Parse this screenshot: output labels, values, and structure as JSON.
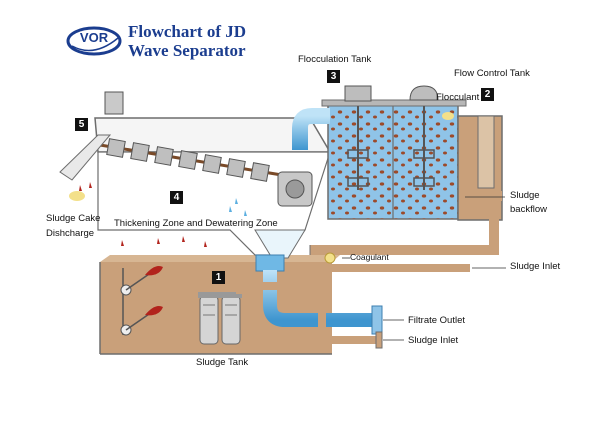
{
  "title": {
    "line1": "Flowchart of  JD",
    "line2": "Wave Separator"
  },
  "logo": {
    "text": "VOR"
  },
  "badges": {
    "b1": "1",
    "b2": "2",
    "b3": "3",
    "b4": "4",
    "b5": "5"
  },
  "labels": {
    "flocculation_tank": "Flocculation Tank",
    "flow_control_tank": "Flow Control Tank",
    "flocculant": "Flocculant",
    "sludge_backflow_1": "Sludge",
    "sludge_backflow_2": "backflow",
    "sludge_cake_1": "Sludge Cake",
    "sludge_cake_2": "Dishcharge",
    "thickening_zone": "Thickening Zone and Dewatering Zone",
    "coagulant": "Coagulant",
    "sludge_inlet_right": "Sludge Inlet",
    "filtrate_outlet": "Filtrate Outlet",
    "sludge_inlet_bottom": "Sludge Inlet",
    "sludge_tank": "Sludge  Tank"
  },
  "colors": {
    "title_blue": "#1b3d8f",
    "sludge_brown": "#c9a07a",
    "water_blue": "#8fc4e8",
    "pipe_blue": "#5aaee0",
    "sludge_dot": "#9c4a2a",
    "flocculant_yellow": "#f3e08a",
    "frame_gray": "#6d6d6d"
  }
}
